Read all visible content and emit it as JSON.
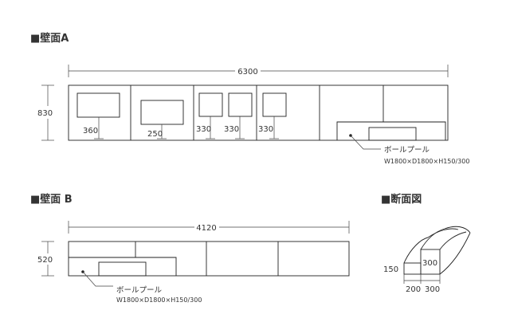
{
  "wall_a": {
    "heading": "■壁面A",
    "width_label": "6300",
    "height_label": "830",
    "panel_labels": [
      "360",
      "250",
      "330",
      "330",
      "330"
    ],
    "pool_label": "ボールプール",
    "pool_size": "W1800×D1800×H150/300"
  },
  "wall_b": {
    "heading": "■壁面 B",
    "width_label": "4120",
    "height_label": "520",
    "pool_label": "ボールプール",
    "pool_size": "W1800×D1800×H150/300"
  },
  "section": {
    "heading": "■断面図",
    "dim_150": "150",
    "dim_300_height": "300",
    "dim_200": "200",
    "dim_300_width": "300"
  }
}
